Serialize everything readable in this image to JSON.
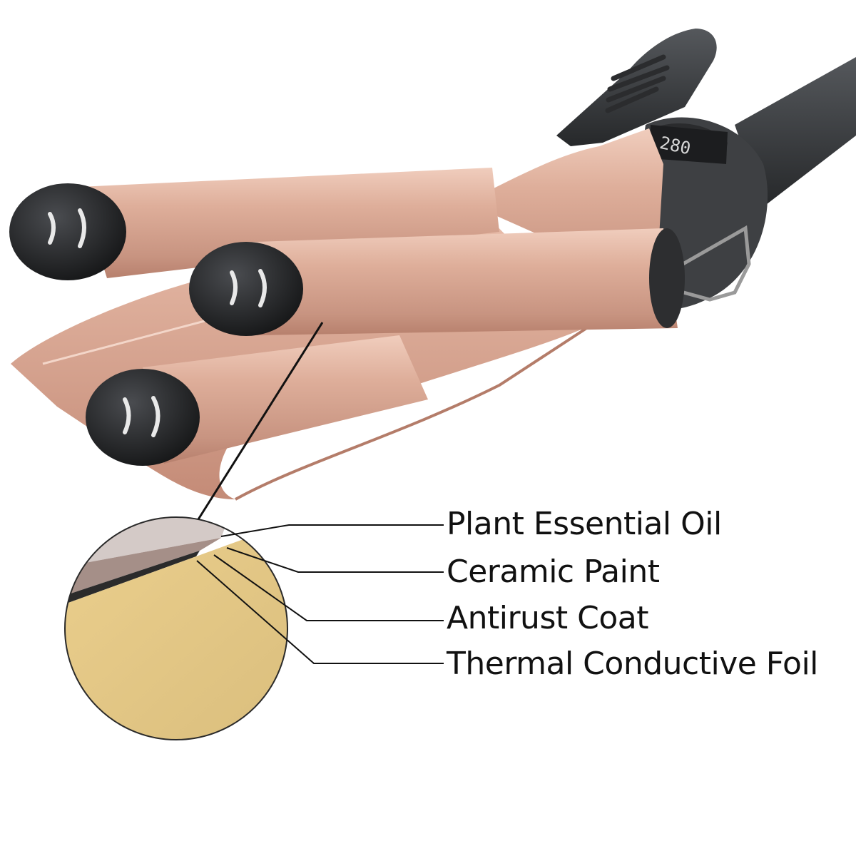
{
  "display": {
    "temperature": "280"
  },
  "layers": [
    {
      "label": "Plant Essential Oil"
    },
    {
      "label": "Ceramic Paint"
    },
    {
      "label": "Antirust Coat"
    },
    {
      "label": "Thermal Conductive Foil"
    }
  ],
  "colors": {
    "barrel_rose_gold": "#d9ab98",
    "body_dark_gray": "#3c3c3e",
    "foil_gold": "#e3c784",
    "leader_line": "#111111"
  }
}
